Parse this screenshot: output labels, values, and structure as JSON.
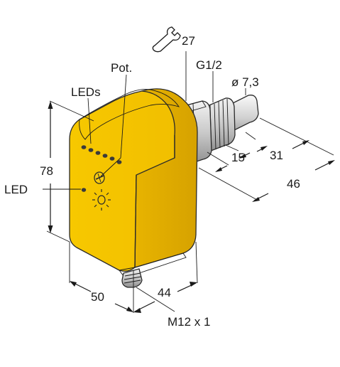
{
  "labels": {
    "wrench_size": "27",
    "thread": "G1/2",
    "pot": "Pot.",
    "leds": "LEDs",
    "probe_diameter": "ø 7,3",
    "height": "78",
    "led": "LED",
    "dim_15": "15",
    "dim_31": "31",
    "dim_46": "46",
    "width": "50",
    "depth": "44",
    "connector": "M12 x 1"
  },
  "colors": {
    "housing": "#f5c400",
    "housing_shade": "#d9a900",
    "metal_light": "#e2e2e2",
    "metal_dark": "#9a9a9a",
    "line": "#1a1a1a",
    "led_dot": "#2a2a2a"
  },
  "icons": {
    "wrench": "wrench-icon",
    "potentiometer": "potentiometer-icon",
    "led_indicator": "sun-led-icon"
  }
}
